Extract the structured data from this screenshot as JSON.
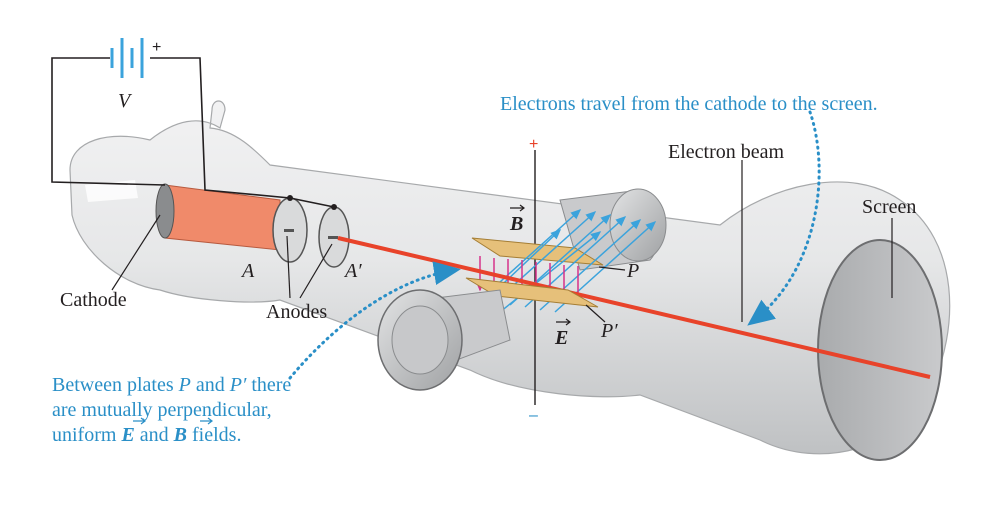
{
  "labels": {
    "battery_plus": "+",
    "voltage": "V",
    "cathode": "Cathode",
    "anode_a": "A",
    "anode_a_prime": "A′",
    "anodes": "Anodes",
    "b_field": "B",
    "e_field": "E",
    "plate_p": "P",
    "plate_p_prime": "P′",
    "plus_sign": "+",
    "minus_sign": "–",
    "electron_beam": "Electron beam",
    "screen": "Screen"
  },
  "annotations": {
    "top": "Electrons travel from the cathode to the screen.",
    "bottom_line1_a": "Between plates ",
    "bottom_line1_p": "P",
    "bottom_line1_b": " and ",
    "bottom_line1_pp": "P′",
    "bottom_line1_c": " there",
    "bottom_line2": "are mutually perpendicular,",
    "bottom_line3_a": "uniform ",
    "bottom_line3_e": "E",
    "bottom_line3_b": " and ",
    "bottom_line3_bb": "B",
    "bottom_line3_c": " fields."
  },
  "colors": {
    "annotation_blue": "#2a8fc7",
    "beam_red": "#e8432a",
    "cathode_orange": "#f08a6a",
    "plate_gold": "#e6c07a",
    "e_field_magenta": "#d6338a",
    "b_field_blue": "#3ba3dc",
    "tube_gray": "#d9dadb"
  }
}
